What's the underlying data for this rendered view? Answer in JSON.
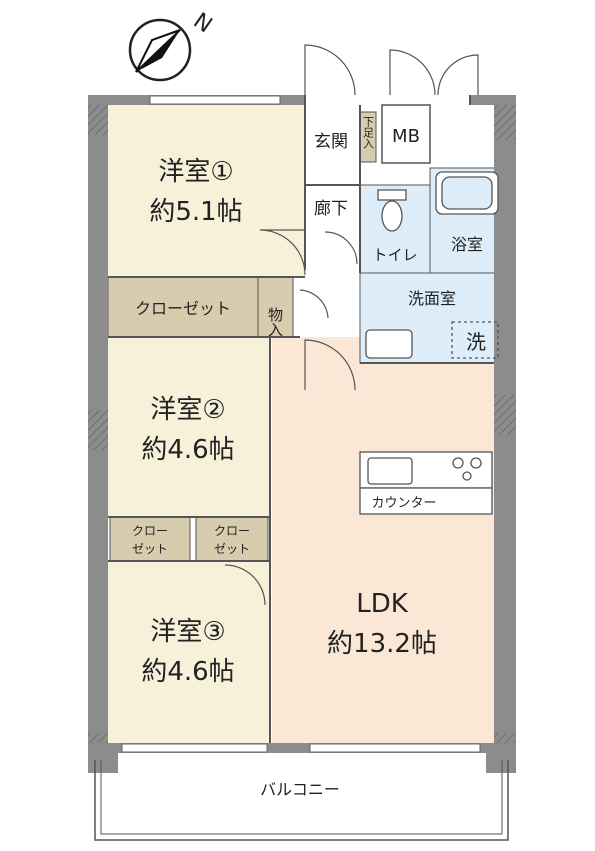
{
  "compass": {
    "north_label": "N"
  },
  "rooms": {
    "western1": {
      "name": "洋室①",
      "size": "約5.1帖"
    },
    "western2": {
      "name": "洋室②",
      "size": "約4.6帖"
    },
    "western3": {
      "name": "洋室③",
      "size": "約4.6帖"
    },
    "ldk": {
      "name": "LDK",
      "size": "約13.2帖"
    },
    "genkan": "玄関",
    "shoe_box": "下足入",
    "mb": "MB",
    "corridor": "廊下",
    "toilet": "トイレ",
    "bath": "浴室",
    "washroom": "洗面室",
    "washer": "洗",
    "storage": "物入",
    "closet1": "クローゼット",
    "closet2": [
      "クロー",
      "ゼット"
    ],
    "closet3": [
      "クロー",
      "ゼット"
    ],
    "counter": "カウンター",
    "balcony": "バルコニー"
  },
  "colors": {
    "western_room": "#f7f1d9",
    "ldk": "#fbe7d5",
    "wet_area": "#ddeefa",
    "closet": "#d8ccae",
    "wall": "#8c8c8c",
    "line": "#555555"
  }
}
